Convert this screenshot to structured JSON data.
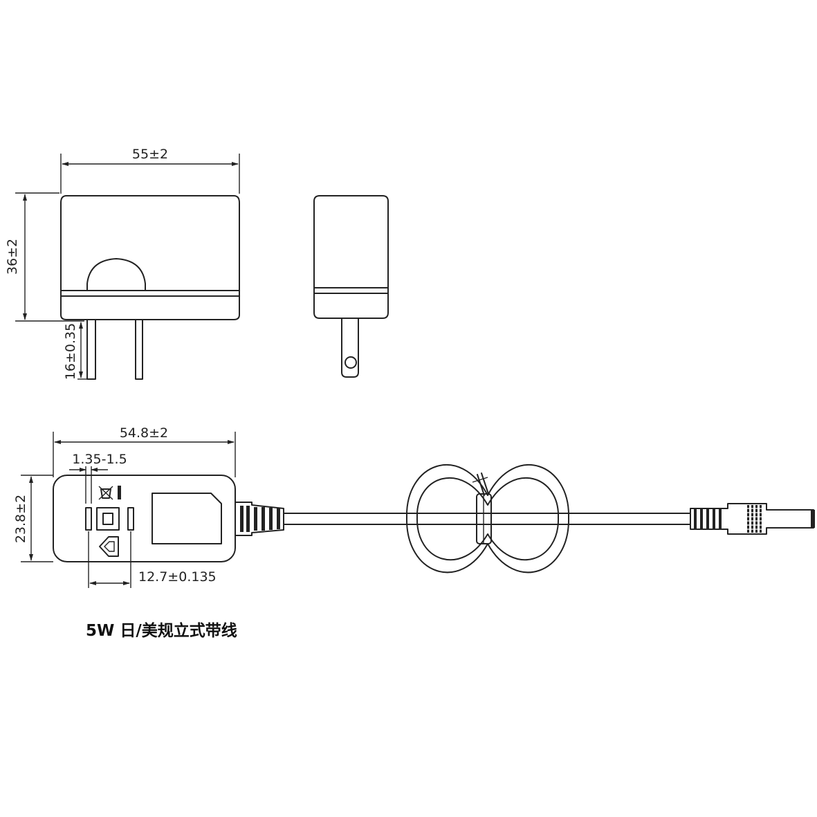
{
  "dimensions": {
    "top_width": "55±2",
    "top_height": "36±2",
    "pin_length": "16±0.35",
    "bottom_width": "54.8±2",
    "pin_thickness": "1.35-1.5",
    "bottom_height": "23.8±2",
    "pin_spacing": "12.7±0.135"
  },
  "caption": "5W 日/美规立式带线"
}
